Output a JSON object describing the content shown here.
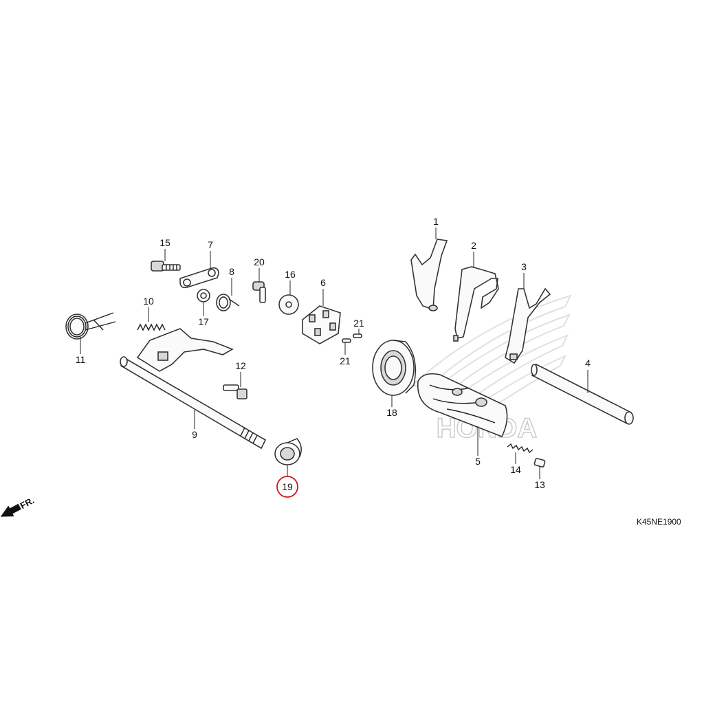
{
  "diagram": {
    "code": "K45NE1900",
    "direction_label": "FR.",
    "watermark": "HONDA",
    "highlight_color": "#d0121b",
    "parts": [
      {
        "id": "1",
        "label": "1"
      },
      {
        "id": "2",
        "label": "2"
      },
      {
        "id": "3",
        "label": "3"
      },
      {
        "id": "4",
        "label": "4"
      },
      {
        "id": "5",
        "label": "5"
      },
      {
        "id": "6",
        "label": "6"
      },
      {
        "id": "7",
        "label": "7"
      },
      {
        "id": "8",
        "label": "8"
      },
      {
        "id": "9",
        "label": "9"
      },
      {
        "id": "10",
        "label": "10"
      },
      {
        "id": "11",
        "label": "11"
      },
      {
        "id": "12",
        "label": "12"
      },
      {
        "id": "13",
        "label": "13"
      },
      {
        "id": "14",
        "label": "14"
      },
      {
        "id": "15",
        "label": "15"
      },
      {
        "id": "16",
        "label": "16"
      },
      {
        "id": "17",
        "label": "17"
      },
      {
        "id": "18",
        "label": "18"
      },
      {
        "id": "19",
        "label": "19",
        "highlighted": true
      },
      {
        "id": "20",
        "label": "20"
      },
      {
        "id": "21a",
        "label": "21"
      },
      {
        "id": "21b",
        "label": "21"
      }
    ]
  }
}
